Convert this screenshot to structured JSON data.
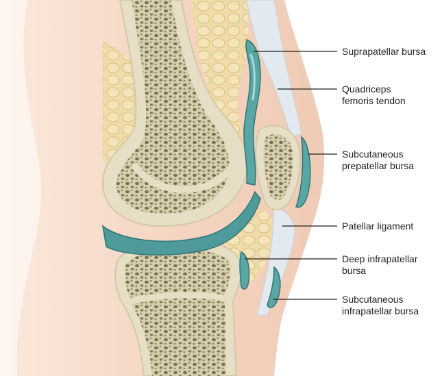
{
  "labels": {
    "suprapatellar_bursa": [
      "Suprapatellar bursa"
    ],
    "quadriceps_femoris_tendon": [
      "Quadriceps",
      "femoris tendon"
    ],
    "subcutaneous_prepatellar_bursa": [
      "Subcutaneous",
      "prepatellar bursa"
    ],
    "patellar_ligament": [
      "Patellar ligament"
    ],
    "deep_infrapatellar_bursa": [
      "Deep infrapatellar",
      "bursa"
    ],
    "subcutaneous_infrapatellar_bursa": [
      "Subcutaneous",
      "infrapatellar bursa"
    ]
  },
  "colors": {
    "skin": "#f6dccb",
    "skin_edge": "#e9c2ab",
    "fat": "#ecd9a6",
    "fat_lines": "#d9bf7e",
    "bone_cortex": "#e6dfc6",
    "bone_marrow": "#cfc6a2",
    "bone_pore": "#6b6347",
    "bursa": "#4f9b9b",
    "bursa_light": "#9fd3cf",
    "tendon": "#dfe6ec",
    "leader_line": "#231f20",
    "text": "#231f20"
  }
}
